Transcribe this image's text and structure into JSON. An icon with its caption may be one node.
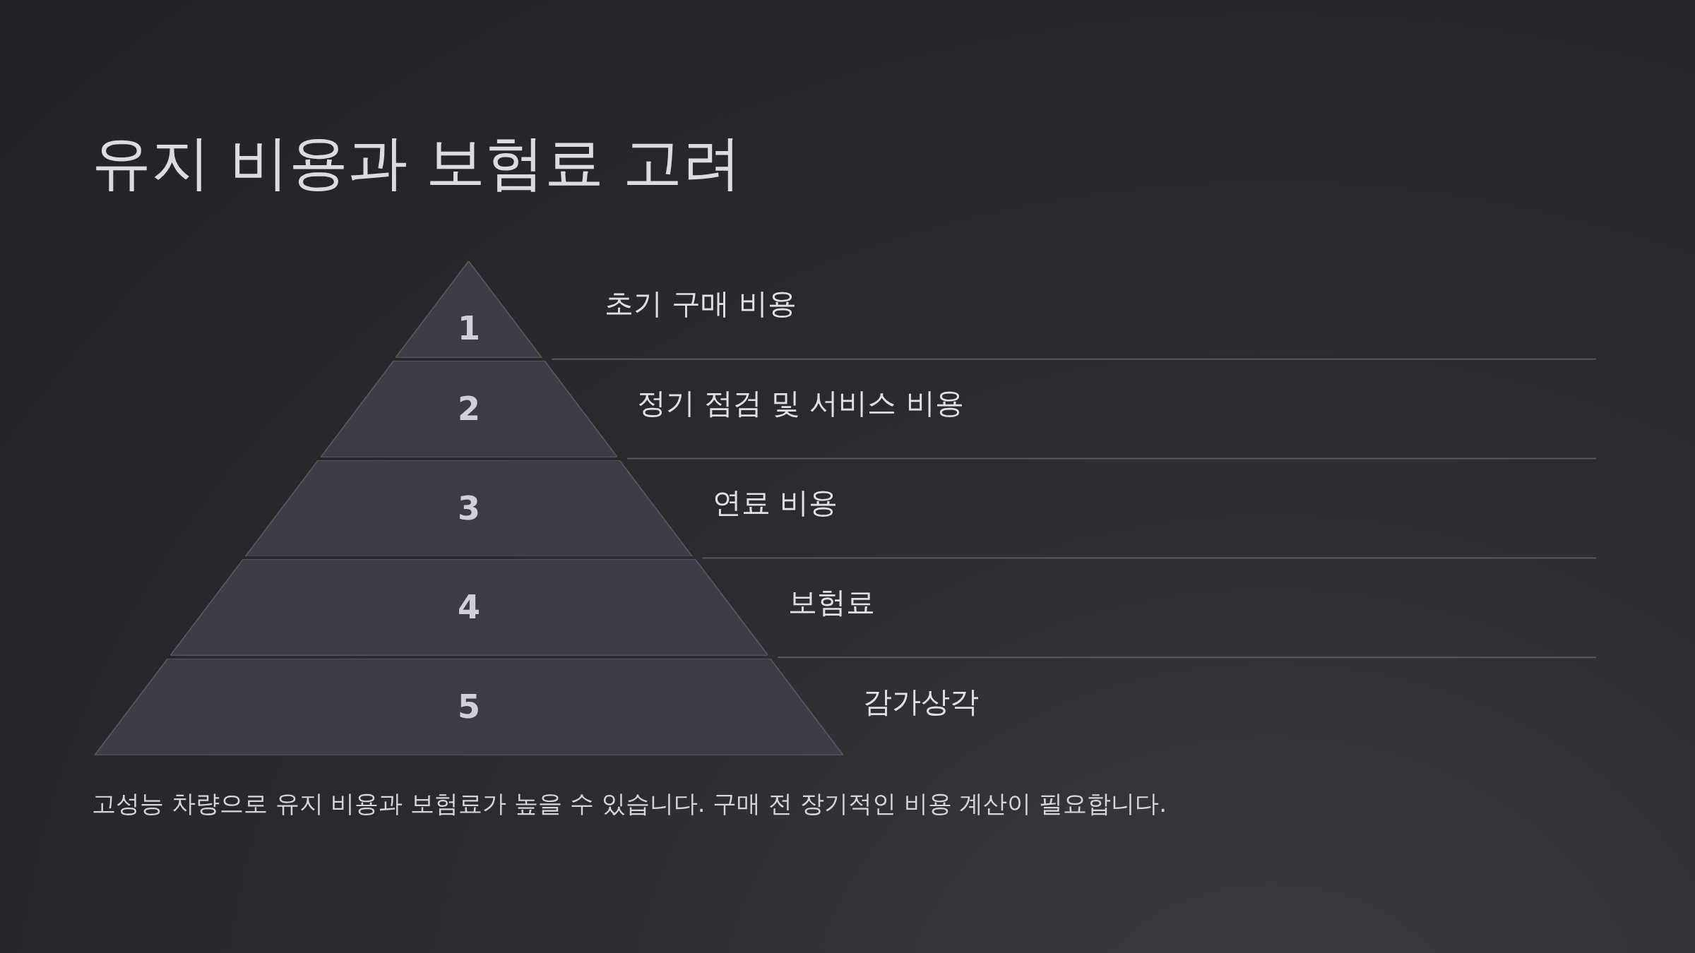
{
  "diagram": {
    "title": "유지 비용과 보험료 고려",
    "nodes": [
      {
        "text": [
          "1"
        ],
        "beside": [
          "초기 구매 비용"
        ]
      },
      {
        "text": [
          "2"
        ],
        "beside": [
          "정기 점검 및 서비스 비용"
        ]
      },
      {
        "text": [
          "3"
        ],
        "beside": [
          "연료 비용"
        ]
      },
      {
        "text": [
          "4"
        ],
        "beside": [
          "보험료"
        ]
      },
      {
        "text": [
          "5"
        ],
        "beside": [
          "감가상각"
        ]
      }
    ],
    "caption": "고성능 차량으로 유지 비용과 보험료가 높을 수 있습니다. 구매 전 장기적인 비용 계산이 필요합니다."
  }
}
